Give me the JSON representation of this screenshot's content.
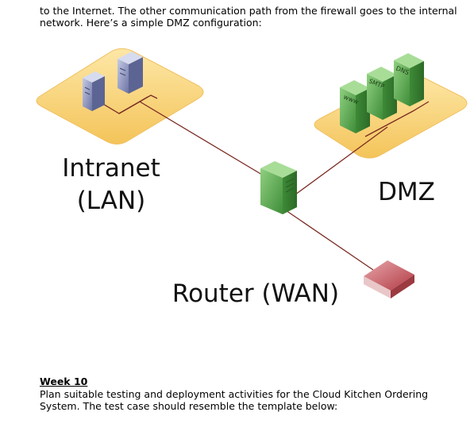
{
  "intro_text": "to the Internet. The other communication path from the firewall goes to the internal network. Here’s a simple DMZ configuration:",
  "diagram": {
    "intranet_label_line1": "Intranet",
    "intranet_label_line2": "(LAN)",
    "dmz_label": "DMZ",
    "router_label": "Router (WAN)",
    "server_labels": {
      "www": "www",
      "smtp": "SMTP",
      "dns": "DNS"
    },
    "colors": {
      "zone_fill": "#f7cf6e",
      "zone_fill_light": "#fde7a6",
      "link_line": "#7a2a22",
      "intranet_server": "#8891b8",
      "dmz_server": "#4e9c45",
      "firewall": "#52a04a",
      "router": "#b94a52"
    },
    "icons": [
      "intranet-server-icon",
      "dmz-server-icon",
      "firewall-icon",
      "router-icon"
    ]
  },
  "week": {
    "heading": "Week 10",
    "body": "Plan suitable testing and deployment activities for the Cloud Kitchen Ordering System. The test case should resemble the template below:"
  }
}
